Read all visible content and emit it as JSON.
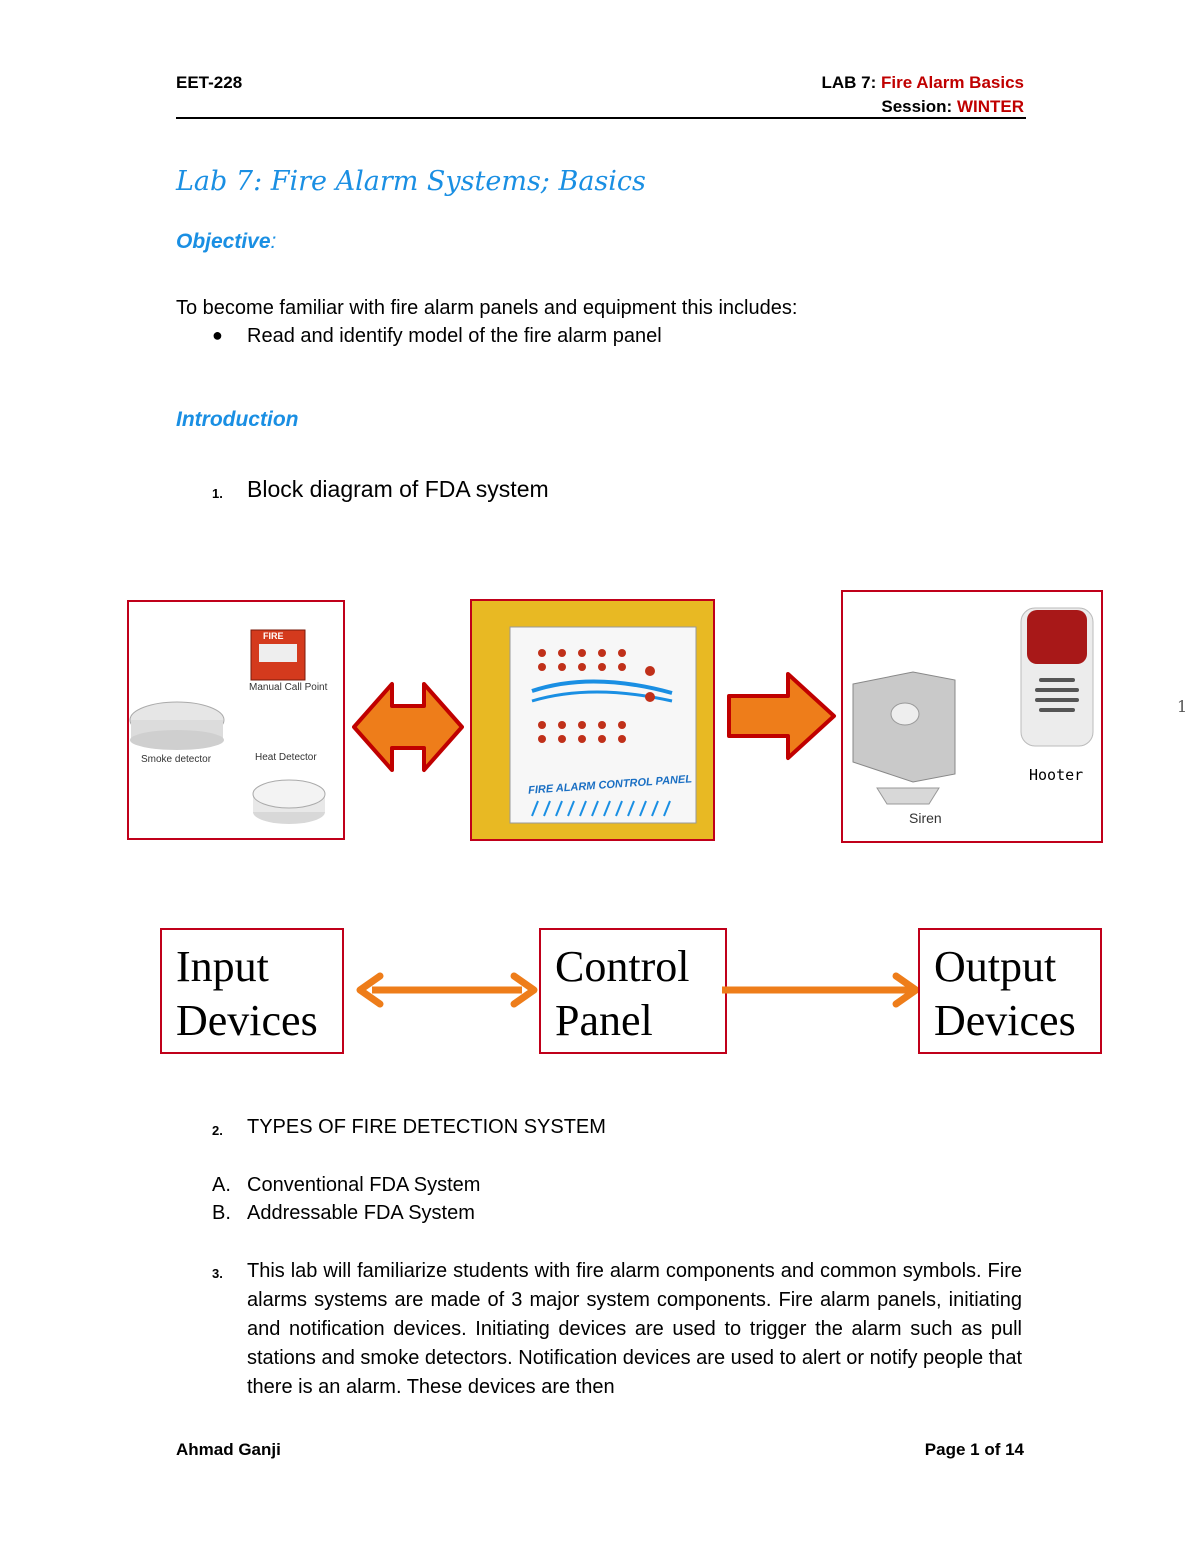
{
  "header": {
    "course": "EET-228",
    "lab_prefix": "LAB 7: ",
    "lab_name": "Fire Alarm Basics",
    "session_prefix": "Session: ",
    "session_name": "WINTER"
  },
  "title": "Lab 7: Fire Alarm Systems; Basics",
  "objective": {
    "heading": "Objective",
    "colon": ":",
    "intro": "To become familiar with fire alarm panels and equipment this includes:",
    "bullets": [
      "Read and identify model of the fire alarm panel"
    ]
  },
  "introduction": {
    "heading": "Introduction",
    "item1_num": "1.",
    "item1_text": "Block diagram of FDA system"
  },
  "figure": {
    "input_labels": {
      "fire_sign": "FIRE",
      "manual_call_point": "Manual Call Point",
      "smoke_detector": "Smoke detector",
      "heat_detector": "Heat Detector"
    },
    "panel_label": "FIRE ALARM CONTROL PANEL",
    "output_labels": {
      "siren": "Siren",
      "hooter": "Hooter"
    },
    "side_page_mark": "1"
  },
  "block_diagram": {
    "input": [
      "Input",
      "Devices"
    ],
    "control": [
      "Control",
      "Panel"
    ],
    "output": [
      "Output",
      "Devices"
    ]
  },
  "types": {
    "num": "2.",
    "heading": "TYPES OF FIRE DETECTION SYSTEM",
    "a_label": "A.",
    "a_text": "Conventional FDA System",
    "b_label": "B.",
    "b_text": "Addressable FDA System"
  },
  "item3": {
    "num": "3.",
    "text": "This lab will familiarize students with fire alarm components and common symbols. Fire alarms systems are made of 3 major system components. Fire alarm panels, initiating and notification devices. Initiating devices are used to trigger the alarm such as pull stations and smoke detectors. Notification devices are used to alert or notify people that there is an alarm. These devices are then"
  },
  "footer": {
    "author": "Ahmad Ganji",
    "page": "Page 1 of 14"
  },
  "colors": {
    "accent_blue": "#1a8fe3",
    "accent_red": "#c00000",
    "box_red": "#c0001a",
    "arrow_orange": "#ee7d1a"
  }
}
